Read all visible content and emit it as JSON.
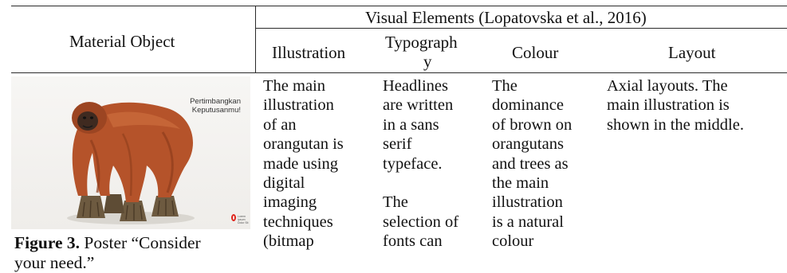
{
  "header": {
    "visual_elements": "Visual Elements (Lopatovska et al., 2016)",
    "material_object": "Material Object",
    "columns": {
      "illustration": "Illustration",
      "typography_line1": "Typograph",
      "typography_line2": "y",
      "colour": "Colour",
      "layout": "Layout"
    }
  },
  "row": {
    "illustration_lines": [
      "The main",
      "illustration",
      "of an",
      "orangutan is",
      "made using",
      "digital",
      "imaging",
      "techniques",
      "(bitmap"
    ],
    "typography_lines": [
      "Headlines",
      "are written",
      "in a sans",
      "serif",
      "typeface.",
      "",
      "The",
      "selection of",
      "fonts can"
    ],
    "colour_lines": [
      "The",
      "dominance",
      "of brown on",
      "orangutans",
      "and trees as",
      "the main",
      "illustration",
      "is a natural",
      "colour"
    ],
    "layout_lines": [
      "Axial layouts. The",
      "main illustration is",
      "shown in the middle."
    ]
  },
  "poster": {
    "headline_line1": "Pertimbangkan",
    "headline_line2": "Keputusanmu!",
    "logo_text": "Lorem Ipsum Dolor Sit"
  },
  "caption": {
    "label": "Figure 3.",
    "text_line1": " Poster “Consider",
    "text_line2": "your need.”"
  },
  "colors": {
    "rule": "#2a2a2a",
    "accent_logo": "#e0241b",
    "orangutan_fur": "#b5532a"
  }
}
